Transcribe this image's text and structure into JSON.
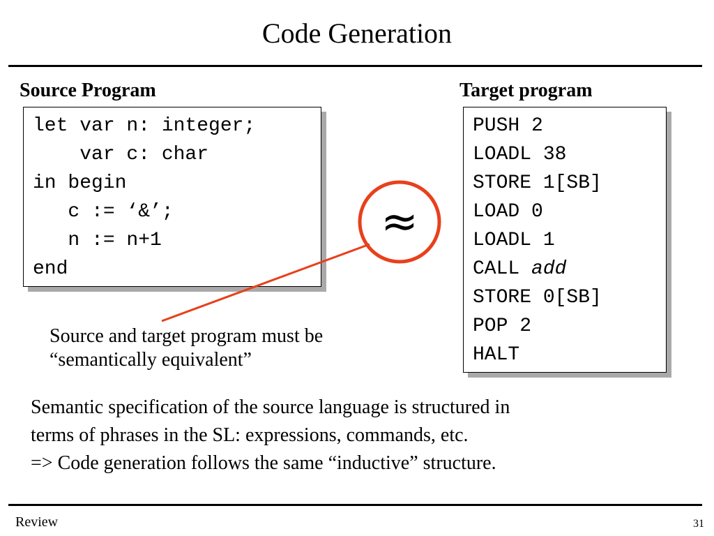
{
  "slide": {
    "title": "Code Generation",
    "source_label": "Source Program",
    "target_label": "Target program",
    "source_code": [
      "let var n: integer;",
      "    var c: char",
      "in begin",
      "   c := ‘&’;",
      "   n := n+1",
      "end"
    ],
    "target_code": [
      {
        "op": "PUSH 2",
        "arg": ""
      },
      {
        "op": "LOADL 38",
        "arg": ""
      },
      {
        "op": "STORE 1[SB]",
        "arg": ""
      },
      {
        "op": "LOAD 0",
        "arg": ""
      },
      {
        "op": "LOADL 1",
        "arg": ""
      },
      {
        "op": "CALL ",
        "arg": "add"
      },
      {
        "op": "STORE 0[SB]",
        "arg": ""
      },
      {
        "op": "POP 2",
        "arg": ""
      },
      {
        "op": "HALT",
        "arg": ""
      }
    ],
    "approx_symbol": "≈",
    "note_lines": [
      "Source and target program must be",
      "“semantically equivalent”"
    ],
    "paragraph_lines": [
      "Semantic specification of the source language is structured in",
      "terms of phrases in the SL: expressions, commands, etc.",
      "=> Code generation follows the same “inductive” structure."
    ],
    "footer_left": "Review",
    "page_number": "31",
    "accent_color": "#e8401c"
  }
}
